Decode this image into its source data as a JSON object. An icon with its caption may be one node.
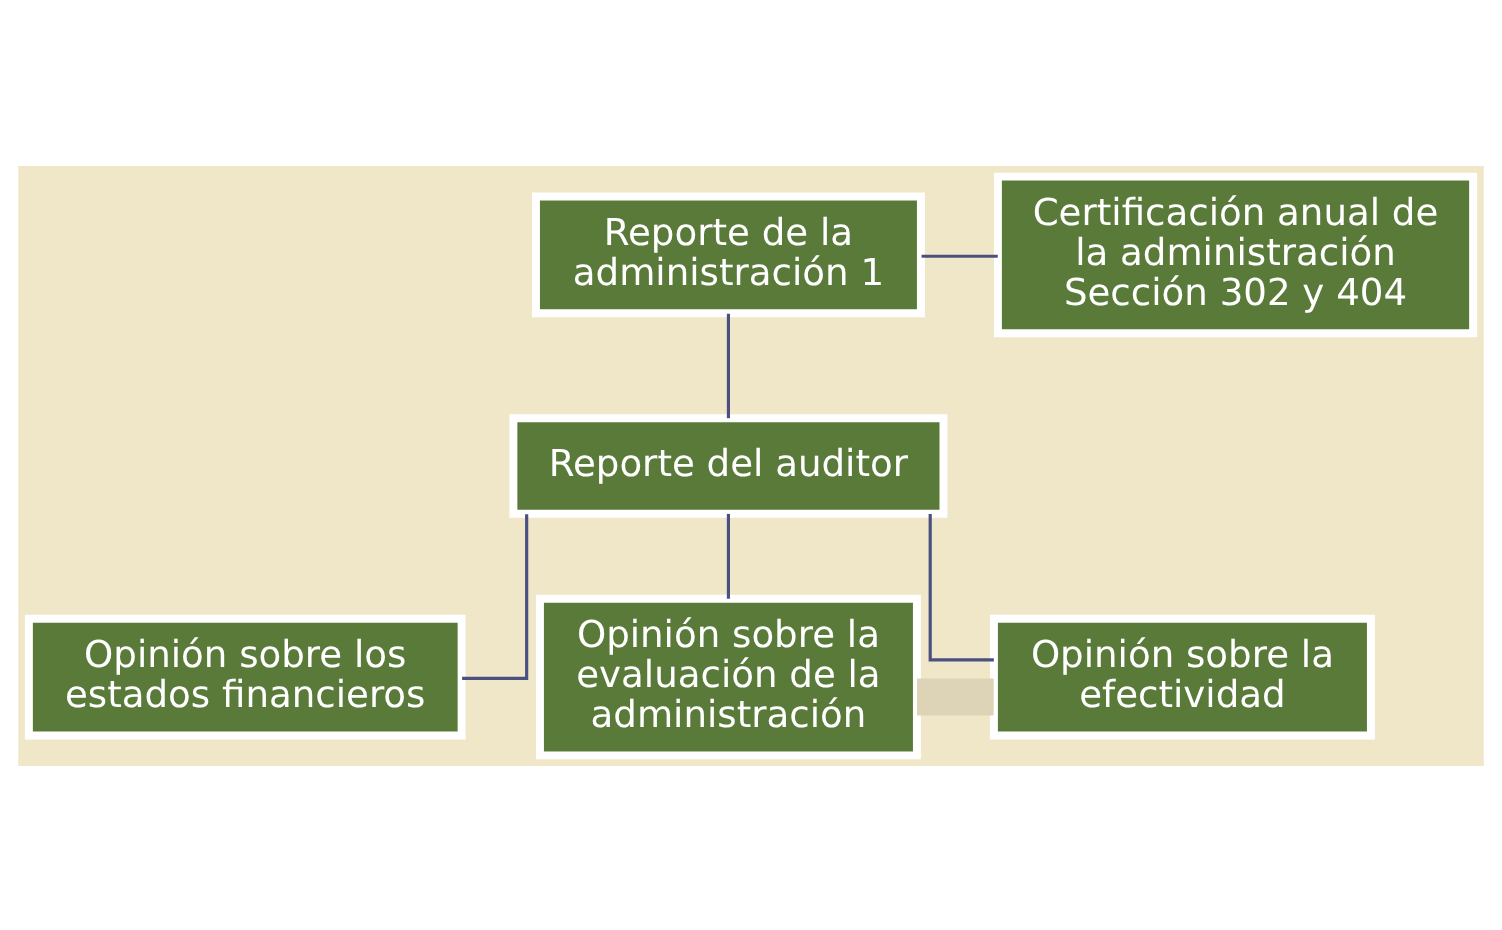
{
  "diagram": {
    "nodes": [
      {
        "text": [
          "Reporte de la administración 1"
        ]
      },
      {
        "text": [
          "Certificación anual de la administración Sección 302 y 404"
        ]
      },
      {
        "text": [
          "Reporte del auditor"
        ]
      },
      {
        "text": [
          "Opinión sobre los estados financieros"
        ]
      },
      {
        "text": [
          "Opinión sobre la evaluación de la administración"
        ]
      },
      {
        "text": [
          "Opinión sobre la efectividad"
        ]
      }
    ],
    "edges": [
      {
        "from": 0,
        "to": 1,
        "arrow": "none"
      },
      {
        "from": 0,
        "to": 2,
        "arrow": "none"
      },
      {
        "from": 2,
        "to": 3,
        "arrow": "none"
      },
      {
        "from": 2,
        "to": 4,
        "arrow": "none"
      },
      {
        "from": 2,
        "to": 5,
        "arrow": "none"
      },
      {
        "from": 4,
        "to": 5,
        "arrow": "none",
        "style": "thick",
        "color": "#ddd3b6"
      }
    ]
  }
}
